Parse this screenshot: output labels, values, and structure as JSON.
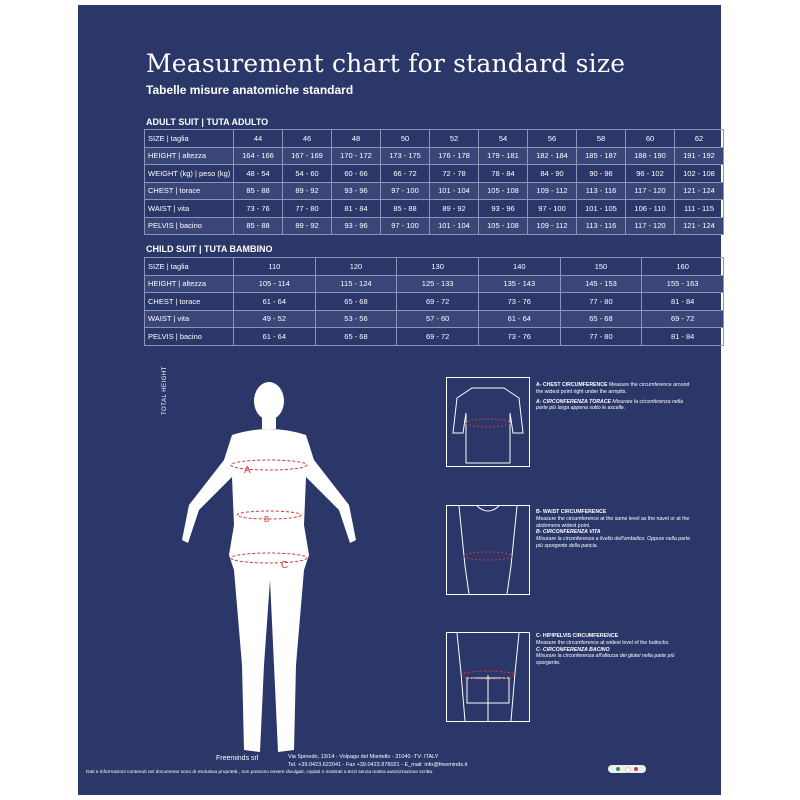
{
  "title": "Measurement chart for standard size",
  "subtitle": "Tabelle misure anatomiche standard",
  "adult": {
    "title": "ADULT SUIT | TUTA ADULTO",
    "rows": [
      {
        "label": "SIZE | taglia",
        "cells": [
          "44",
          "46",
          "48",
          "50",
          "52",
          "54",
          "56",
          "58",
          "60",
          "62"
        ]
      },
      {
        "label": "HEIGHT | altezza",
        "cells": [
          "164 - 166",
          "167 - 169",
          "170 - 172",
          "173 - 175",
          "176 - 178",
          "179 - 181",
          "182 - 184",
          "185 - 187",
          "188 - 190",
          "191 - 192"
        ]
      },
      {
        "label": "WEIGHT (kg) | peso (kg)",
        "cells": [
          "48 - 54",
          "54 - 60",
          "60 - 66",
          "66 - 72",
          "72 - 78",
          "78 - 84",
          "84 - 90",
          "90 - 96",
          "96 - 102",
          "102 - 108"
        ]
      },
      {
        "label": "CHEST | torace",
        "cells": [
          "85 - 88",
          "89 - 92",
          "93 - 96",
          "97 - 100",
          "101 - 104",
          "105 - 108",
          "109 - 112",
          "113 - 116",
          "117 - 120",
          "121 - 124"
        ]
      },
      {
        "label": "WAIST | vita",
        "cells": [
          "73 - 76",
          "77 - 80",
          "81 - 84",
          "85 - 88",
          "89 - 92",
          "93 - 96",
          "97 - 100",
          "101 - 105",
          "106 - 110",
          "111 - 115"
        ]
      },
      {
        "label": "PELVIS | bacino",
        "cells": [
          "85 - 88",
          "89 - 92",
          "93 - 96",
          "97 - 100",
          "101 - 104",
          "105 - 108",
          "109 - 112",
          "113 - 116",
          "117 - 120",
          "121 - 124"
        ]
      }
    ]
  },
  "child": {
    "title": "CHILD SUIT | TUTA BAMBINO",
    "rows": [
      {
        "label": "SIZE | taglia",
        "cells": [
          "110",
          "120",
          "130",
          "140",
          "150",
          "160"
        ]
      },
      {
        "label": "HEIGHT | altezza",
        "cells": [
          "105 - 114",
          "115 - 124",
          "125 - 133",
          "135 - 143",
          "145 - 153",
          "155 - 163"
        ]
      },
      {
        "label": "CHEST | torace",
        "cells": [
          "61 - 64",
          "65 - 68",
          "69 - 72",
          "73 - 76",
          "77 - 80",
          "81 - 84"
        ]
      },
      {
        "label": "WAIST | vita",
        "cells": [
          "49 - 52",
          "53 - 56",
          "57 - 60",
          "61 - 64",
          "65 - 68",
          "69 - 72"
        ]
      },
      {
        "label": "PELVIS | bacino",
        "cells": [
          "61 - 64",
          "65 - 68",
          "69 - 72",
          "73 - 76",
          "77 - 80",
          "81 - 84"
        ]
      }
    ]
  },
  "figure": {
    "total_height_label": "TOTAL HEIGHT",
    "marker_a": "A",
    "marker_b": "B",
    "marker_c": "C"
  },
  "notes": {
    "chest": {
      "heading": "A- CHEST CIRCUMFERENCE",
      "text_en": "Measure the circumference around the widest point right under the armpits.",
      "heading_it": "A- CIRCONFERENZA TORACE",
      "text_it": "Misurare la circonferenza nella parte più larga appena sotto le ascelle."
    },
    "waist": {
      "heading": "B- WAIST CIRCUMFERENCE",
      "text_en": "Measure the circumference at the same level as the navel or at the abdomens widest point.",
      "heading_it": "B- CIRCONFERENZA VITA",
      "text_it": "Misurare la circonferenza a livello dell'ombelico. Oppure nella parte più sporgente della pancia."
    },
    "hip": {
      "heading": "C- HIP/PELVIS CIRCUMFERENCE",
      "text_en": "Measure the circumference at widest level of the buttocks.",
      "heading_it": "C- CIRCONFERENZA BACINO",
      "text_it": "Misurare la circonferenza all'altezza dei glutei nella parte più sporgente."
    }
  },
  "footer": {
    "brand": "Freeminds srl",
    "address": "Via Spinedo, 13/14 - Volpago del Montello - 31040 -TV- ITALY",
    "contacts": "Tel. +39.0423.622041 - Fax +39.0423.878021 - E_mail: info@freeminds.it",
    "disclaimer": "Dati e informazioni contenuti nel documento sono di esclusiva proprietà , non possono essere divulgati, copiati o mostrati a terzi senza nostra autorizzazione scritta."
  },
  "colors": {
    "background": "#2b3669",
    "accent_red": "#d03a3a",
    "text": "#ffffff"
  }
}
